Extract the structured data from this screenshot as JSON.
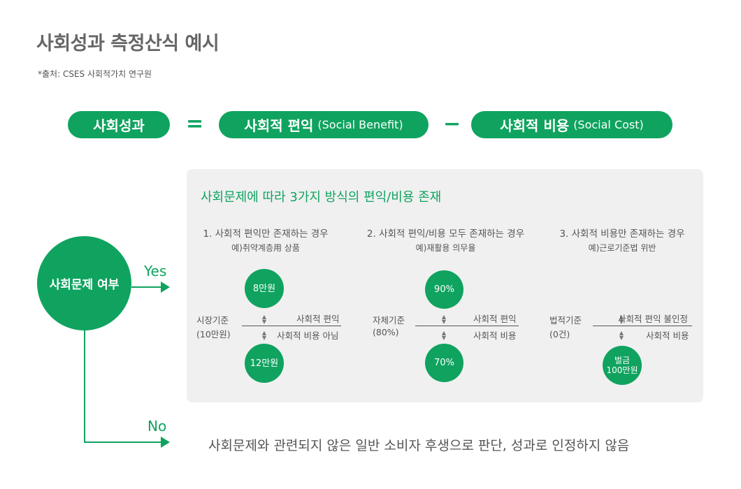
{
  "title": "사회성과 측정산식 예시",
  "source": "*출처: CSES 사회적가치 연구원",
  "formula": {
    "result": "사회성과",
    "equals": "=",
    "benefit_main": "사회적 편익",
    "benefit_sub": "(Social Benefit)",
    "minus": "−",
    "cost_main": "사회적 비용",
    "cost_sub": "(Social Cost)"
  },
  "decision": {
    "label": "사회문제 여부",
    "yes": "Yes",
    "no": "No",
    "no_result": "사회문제와 관련되지 않은 일반 소비자 후생으로 판단, 성과로 인정하지 않음"
  },
  "panel": {
    "title": "사회문제에 따라 3가지 방식의 편익/비용 존재",
    "cases": [
      {
        "heading": "1. 사회적 편익만 존재하는 경우",
        "example": "예)취약계층用 상품",
        "top_value": "8만원",
        "bottom_value": "12만원",
        "basis_line1": "시장기준",
        "basis_line2": "(10만원)",
        "upper_label": "사회적 편익",
        "lower_label": "사회적 비용 아님"
      },
      {
        "heading": "2. 사회적 편익/비용 모두 존재하는 경우",
        "example": "예)재활용 의무율",
        "top_value": "90%",
        "bottom_value": "70%",
        "basis_line1": "자체기준",
        "basis_line2": "(80%)",
        "upper_label": "사회적 편익",
        "lower_label": "사회적 비용"
      },
      {
        "heading": "3. 사회적 비용만 존재하는 경우",
        "example": "예)근로기준법 위반",
        "bottom_value_line1": "벌금",
        "bottom_value_line2": "100만원",
        "basis_line1": "법적기준",
        "basis_line2": "(0건)",
        "upper_label": "사회적 편익 불인정",
        "lower_label": "사회적 비용"
      }
    ]
  },
  "colors": {
    "accent": "#0fa35f",
    "panel_bg": "#f0f0f0",
    "text": "#555555"
  }
}
